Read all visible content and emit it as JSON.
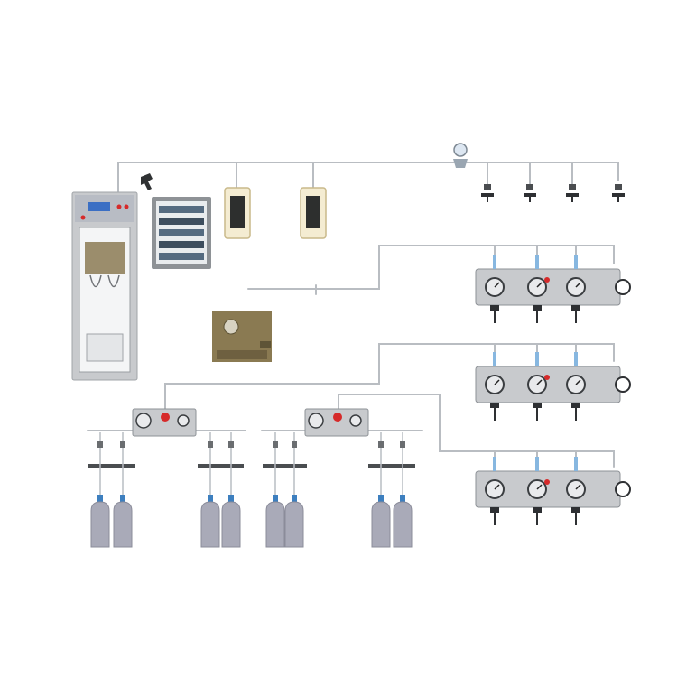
{
  "colors": {
    "background": "#ffffff",
    "pipe": "#b9bdc2",
    "metal": "#c8cacd",
    "metal_dark": "#8e9296",
    "cabinet_panel": "#b8bcc4",
    "display_blue": "#3b6fc4",
    "indicator_red": "#d62a2a",
    "alarm_cream": "#f4ecd2",
    "alarm_frame": "#c9b98a",
    "cylinder": "#a9aab8",
    "brass": "#8a7a52",
    "gauge": "#e9eaec",
    "tube_blue": "#87b7e0"
  },
  "components": [
    {
      "name": "gas-cabinet",
      "icon": "gas-cabinet-icon"
    },
    {
      "name": "valve-handle",
      "icon": "valve-handle-icon"
    },
    {
      "name": "control-panel",
      "icon": "electrical-panel-icon"
    },
    {
      "name": "alarm-unit",
      "icon": "gas-alarm-icon",
      "count": 2
    },
    {
      "name": "main-line-regulator",
      "icon": "regulator-icon"
    },
    {
      "name": "terminal-valve",
      "icon": "terminal-valve-icon",
      "count": 4
    },
    {
      "name": "purifier-box",
      "icon": "purifier-icon"
    },
    {
      "name": "gauge-manifold",
      "icon": "gauge-manifold-icon",
      "count": 3
    },
    {
      "name": "switchover-manifold",
      "icon": "switchover-manifold-icon",
      "count": 2
    },
    {
      "name": "gas-cylinder",
      "icon": "gas-cylinder-icon",
      "count": 8
    }
  ]
}
